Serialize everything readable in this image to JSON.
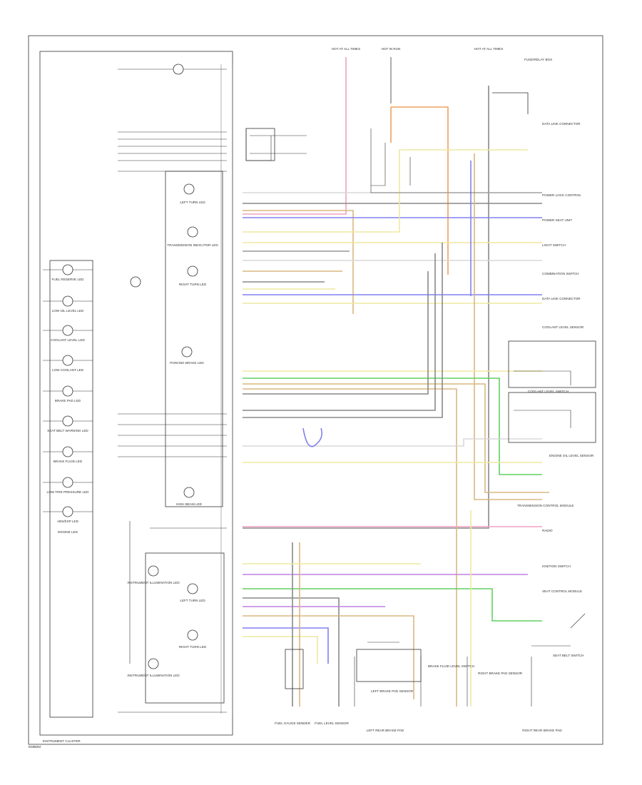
{
  "cluster": {
    "title": "INSTRUMENT CLUSTER",
    "bottom_label": "EMBDM"
  },
  "cluster_indicators": [
    "FUEL RESERVE LED",
    "LOW OIL LEVEL LED",
    "COOLANT LEVEL LED",
    "LOW COOLANT LED",
    "BRAKE PAD LED",
    "SEAT BELT WARNING LED",
    "BRAKE FLUID LED",
    "LOW TIRE PRESSURE LED",
    "ABS/ESP LED",
    "ENGINE LED"
  ],
  "cluster_center_items": [
    "LEFT TURN LED",
    "TRANSMISSION INDICATOR LED",
    "RIGHT TURN LED",
    "PARKING BRAKE LED",
    "HIGH BEAM LED",
    "INSTRUMENT ILLUMINATION LED",
    "LEFT TURN LED",
    "RIGHT TURN LED",
    "INSTRUMENT ILLUMINATION LED"
  ],
  "top_labels": {
    "fuse_1": "HOT AT ALL TIMES",
    "fuse_2": "HOT IN RUN",
    "fuse_3": "HOT AT ALL TIMES",
    "fuse_3_note": "FUSE/RELAY BOX"
  },
  "right_components": [
    "DATA LINK CONNECTOR",
    "POWER LOCK CONTROL",
    "POWER SEAT UNIT",
    "LIGHT SWITCH",
    "COMBINATION SWITCH",
    "DATA LINK CONNECTOR",
    "COOLANT LEVEL SENSOR",
    "COOLANT LEVEL SWITCH",
    "ENGINE OIL LEVEL SENSOR",
    "TRANSMISSION CONTROL MODULE",
    "RADIO",
    "SEAT CONTROL MODULE",
    "IGNITION SWITCH",
    "SEAT BELT SWITCH"
  ],
  "bottom_components": [
    "FUEL GAUGE SENDER",
    "FUEL LEVEL SENSOR",
    "LEFT BRAKE PAD SENSOR",
    "BRAKE FLUID LEVEL SWITCH",
    "RIGHT BRAKE PAD SENSOR",
    "LEFT REAR BRAKE PAD",
    "RIGHT REAR BRAKE PAD"
  ],
  "wire_colors": {
    "pink": "#f0a0c0",
    "orange": "#f0a060",
    "yellow": "#eee8a0",
    "blue": "#8080f0",
    "violet": "#c080e0",
    "green": "#60d060",
    "tan": "#d8b880",
    "gray": "#888888",
    "black": "#222222"
  }
}
